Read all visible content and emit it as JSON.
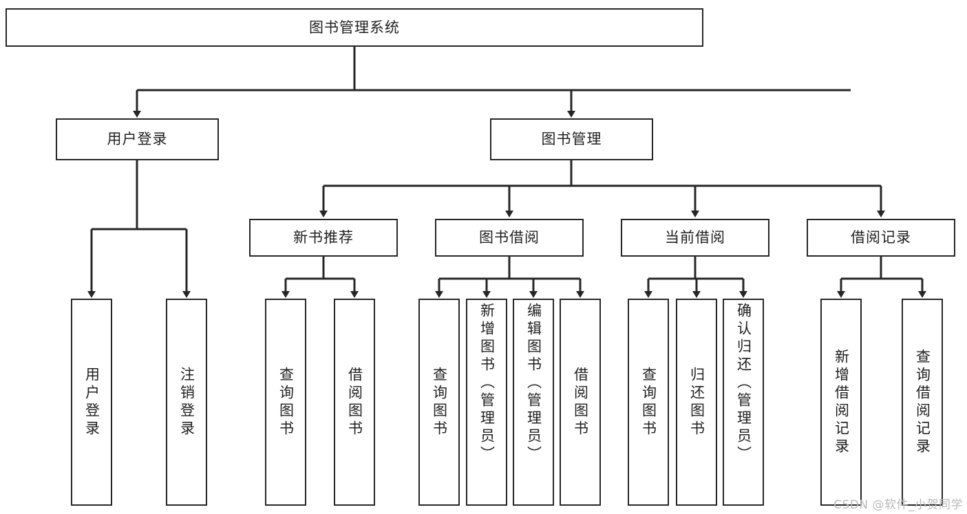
{
  "diagram": {
    "type": "hierarchy-tree",
    "title": "图书管理系统",
    "watermark": "CSDN @软件_小贺同学",
    "colors": {
      "box_border": "#262626",
      "box_fill": "#ffffff",
      "connector": "#262626",
      "text": "#1f1f1f",
      "watermark": "#b9b9b9"
    },
    "levels": [
      {
        "level": 1,
        "nodes": [
          {
            "id": "root",
            "label": "图书管理系统"
          }
        ]
      },
      {
        "level": 2,
        "nodes": [
          {
            "id": "login",
            "label": "用户登录",
            "parent": "root"
          },
          {
            "id": "bookmgr",
            "label": "图书管理",
            "parent": "root"
          }
        ]
      },
      {
        "level": 3,
        "nodes": [
          {
            "id": "newbook",
            "label": "新书推荐",
            "parent": "bookmgr"
          },
          {
            "id": "borrow",
            "label": "图书借阅",
            "parent": "bookmgr"
          },
          {
            "id": "current",
            "label": "当前借阅",
            "parent": "bookmgr"
          },
          {
            "id": "records",
            "label": "借阅记录",
            "parent": "bookmgr"
          }
        ]
      },
      {
        "level": 4,
        "nodes": [
          {
            "id": "leaf1",
            "label": "用户登录",
            "parent": "login"
          },
          {
            "id": "leaf2",
            "label": "注销登录",
            "parent": "login"
          },
          {
            "id": "leaf3",
            "label": "查询图书",
            "parent": "newbook"
          },
          {
            "id": "leaf4",
            "label": "借阅图书",
            "parent": "newbook"
          },
          {
            "id": "leaf5",
            "label": "查询图书",
            "parent": "borrow"
          },
          {
            "id": "leaf6",
            "label": "新增图书（管理员）",
            "parent": "borrow"
          },
          {
            "id": "leaf7",
            "label": "编辑图书（管理员）",
            "parent": "borrow"
          },
          {
            "id": "leaf8",
            "label": "借阅图书",
            "parent": "borrow"
          },
          {
            "id": "leaf9",
            "label": "查询图书",
            "parent": "current"
          },
          {
            "id": "leaf10",
            "label": "归还图书",
            "parent": "current"
          },
          {
            "id": "leaf11",
            "label": "确认归还（管理员）",
            "parent": "current"
          },
          {
            "id": "leaf12",
            "label": "新增借阅记录",
            "parent": "records"
          },
          {
            "id": "leaf13",
            "label": "查询借阅记录",
            "parent": "records"
          }
        ]
      }
    ]
  }
}
